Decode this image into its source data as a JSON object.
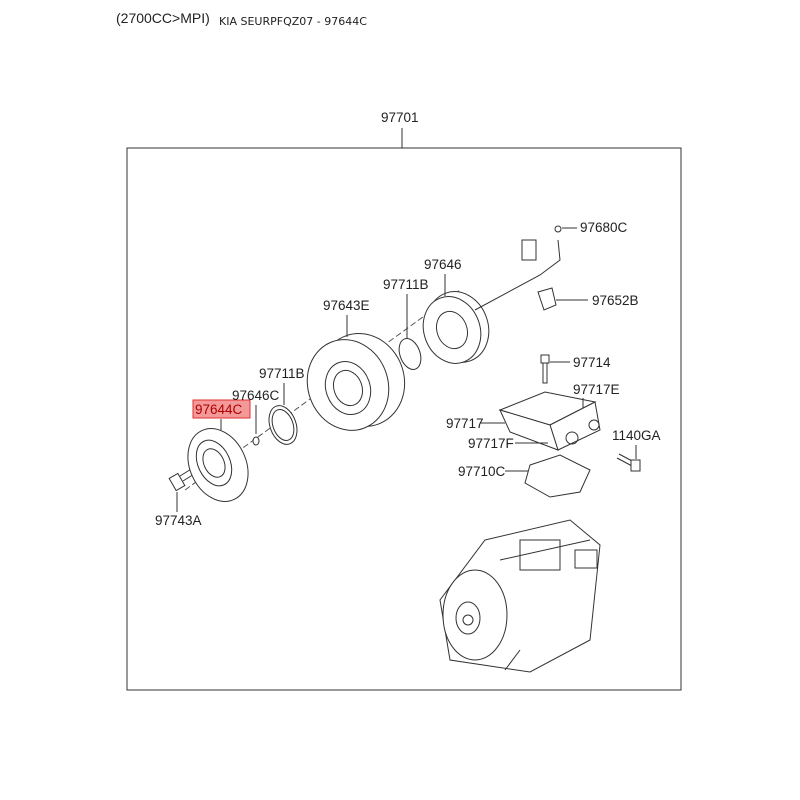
{
  "header": {
    "engine": "(2700CC>MPI)",
    "model_part": "KIA SEURPFQZ07 - 97644C"
  },
  "assembly_label": "97701",
  "highlight_color": "#f08080",
  "parts": {
    "p97680C": "97680C",
    "p97646": "97646",
    "p97711B_a": "97711B",
    "p97652B": "97652B",
    "p97643E": "97643E",
    "p97714": "97714",
    "p97711B_b": "97711B",
    "p97717E": "97717E",
    "p97646C": "97646C",
    "p97644C": "97644C",
    "p97717": "97717",
    "p1140GA": "1140GA",
    "p97717F": "97717F",
    "p97710C": "97710C",
    "p97743A": "97743A"
  }
}
